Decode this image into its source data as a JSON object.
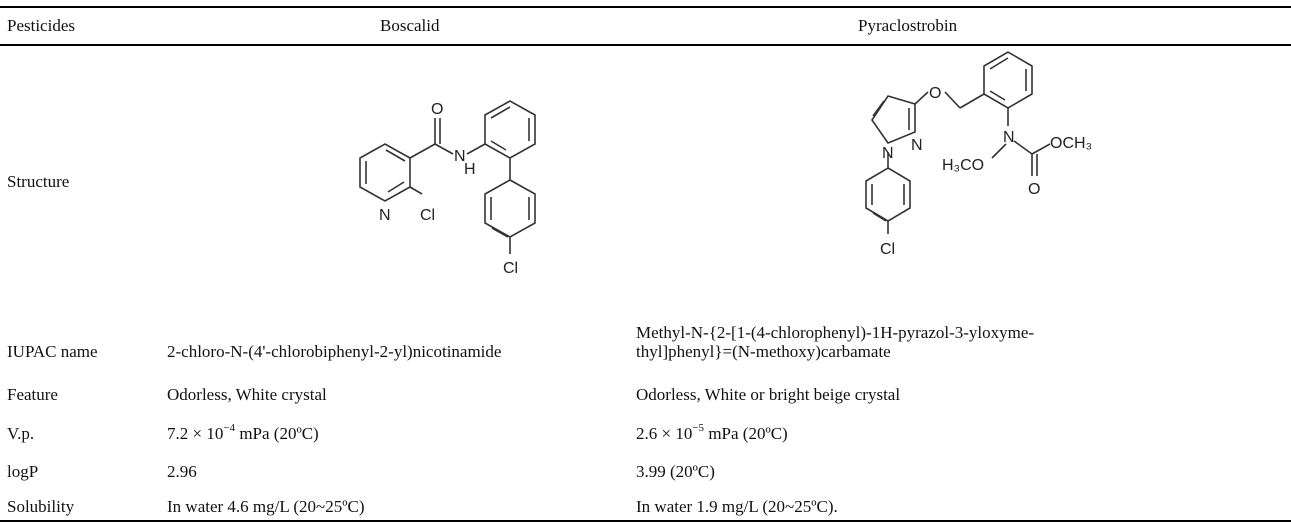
{
  "table": {
    "headers": {
      "col0": "Pesticides",
      "col1": "Boscalid",
      "col2": "Pyraclostrobin"
    },
    "structure_label": "Structure",
    "boscalid_atoms": {
      "o": "O",
      "nh_n": "N",
      "nh_h": "H",
      "n": "N",
      "cl1": "Cl",
      "cl2": "Cl"
    },
    "pyra_atoms": {
      "o": "O",
      "n1": "N",
      "n2": "N",
      "n3": "N",
      "h3co": "H₃CO",
      "och3": "OCH₃",
      "o2": "O",
      "cl": "Cl"
    },
    "rows": [
      {
        "label": "IUPAC name",
        "boscalid": "2-chloro-N-(4'-chlorobiphenyl-2-yl)nicotinamide",
        "pyra_line1": "Methyl-N-{2-[1-(4-chlorophenyl)-1H-pyrazol-3-yloxyme-",
        "pyra_line2": "thyl]phenyl}=(N-methoxy)carbamate"
      },
      {
        "label": "Feature",
        "boscalid": "Odorless, White crystal",
        "pyra": "Odorless, White or bright beige crystal"
      },
      {
        "label": "V.p.",
        "boscalid_base": "7.2 × 10",
        "boscalid_exp": "−4",
        "boscalid_rest": " mPa (20ºC)",
        "pyra_base": "2.6 × 10",
        "pyra_exp": "−5",
        "pyra_rest": " mPa (20ºC)"
      },
      {
        "label": "logP",
        "boscalid": "2.96",
        "pyra": "3.99 (20ºC)"
      },
      {
        "label": "Solubility",
        "boscalid": "In water 4.6 mg/L (20~25ºC)",
        "pyra": "In water 1.9 mg/L (20~25ºC)."
      }
    ]
  }
}
